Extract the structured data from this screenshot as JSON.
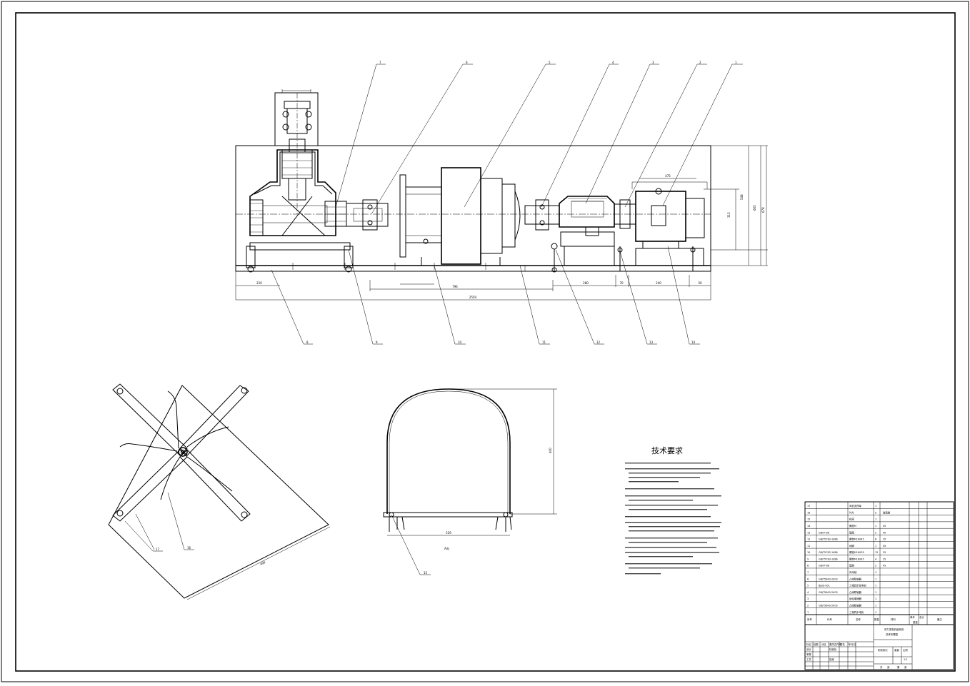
{
  "dimensions": {
    "d210": "210",
    "d794": "794",
    "d2550": "2550",
    "d280": "280",
    "d70": "70",
    "d240": "240",
    "d50": "50",
    "d475": "475",
    "d315": "315",
    "d548": "548",
    "d665": "665",
    "d678": "678",
    "d529": "529",
    "d400": "400",
    "d498": "498"
  },
  "balloons_top": [
    "7",
    "6",
    "5",
    "4",
    "3",
    "2",
    "1"
  ],
  "balloons_bottom": [
    "8",
    "9",
    "10",
    "11",
    "12",
    "13",
    "14"
  ],
  "balloons_plan": [
    "17",
    "16"
  ],
  "balloon_section": "15",
  "section_label": "A向",
  "tech_req": {
    "title": "技术要求"
  },
  "parts_table": {
    "rows": [
      {
        "no": "17",
        "code": "",
        "name": "风机支撑架",
        "qty": "1",
        "mat": "",
        "wt": ""
      },
      {
        "no": "16",
        "code": "",
        "name": "叶片",
        "qty": "5",
        "mat": "玻璃钢",
        "wt": ""
      },
      {
        "no": "15",
        "code": "",
        "name": "机座",
        "qty": "1",
        "mat": "",
        "wt": ""
      },
      {
        "no": "14",
        "code": "",
        "name": "螺栓M",
        "qty": "1",
        "mat": "45",
        "wt": ""
      },
      {
        "no": "13",
        "code": "GB97-88",
        "name": "垫圈",
        "qty": "2",
        "mat": "45",
        "wt": ""
      },
      {
        "no": "12",
        "code": "GB/T5783-1986",
        "name": "螺栓M16X45",
        "qty": "8",
        "mat": "35",
        "wt": ""
      },
      {
        "no": "11",
        "code": "",
        "name": "地脚",
        "qty": "1",
        "mat": "45",
        "wt": ""
      },
      {
        "no": "10",
        "code": "GB/T5782-1986",
        "name": "螺栓M16X35",
        "qty": "12",
        "mat": "35",
        "wt": ""
      },
      {
        "no": "9",
        "code": "GB/T5783-1986",
        "name": "螺栓M16X45",
        "qty": "4",
        "mat": "35",
        "wt": ""
      },
      {
        "no": "8",
        "code": "GB97-88",
        "name": "垫圈",
        "qty": "2",
        "mat": "45",
        "wt": ""
      },
      {
        "no": "7",
        "code": "",
        "name": "传动轴",
        "qty": "1",
        "mat": "",
        "wt": ""
      },
      {
        "no": "6",
        "code": "GB/T5843-2003",
        "name": "凸缘联轴器",
        "qty": "1",
        "mat": "",
        "wt": ""
      },
      {
        "no": "5",
        "code": "BJSD-001",
        "name": "三相异步发电机",
        "qty": "1",
        "mat": "",
        "wt": ""
      },
      {
        "no": "4",
        "code": "GB/T5843-2003",
        "name": "凸缘联轴器",
        "qty": "1",
        "mat": "",
        "wt": ""
      },
      {
        "no": "3",
        "code": "",
        "name": "齿轮增速器",
        "qty": "1",
        "mat": "",
        "wt": ""
      },
      {
        "no": "2",
        "code": "GB/T5843-2003",
        "name": "凸缘联轴器",
        "qty": "1",
        "mat": "",
        "wt": ""
      },
      {
        "no": "1",
        "code": "",
        "name": "三相异步电机",
        "qty": "1",
        "mat": "",
        "wt": ""
      }
    ],
    "header": {
      "no": "序号",
      "code": "代号",
      "name": "名称",
      "qty": "数量",
      "mat": "材料",
      "single": "单件",
      "total": "总计",
      "wt": "重量",
      "note": "备注"
    }
  },
  "title_block": {
    "drawing_title_line1": "风力发电机组系统",
    "drawing_title_line2": "总体布置图",
    "labels": [
      "标记",
      "处数",
      "分区",
      "更改文件号",
      "签名",
      "年月日",
      "设计",
      "标准化",
      "审核",
      "工艺",
      "批准",
      "阶段标记",
      "重量",
      "比例"
    ],
    "scale": "1:2",
    "sheet_info": [
      "共",
      "张",
      "第",
      "张"
    ]
  }
}
